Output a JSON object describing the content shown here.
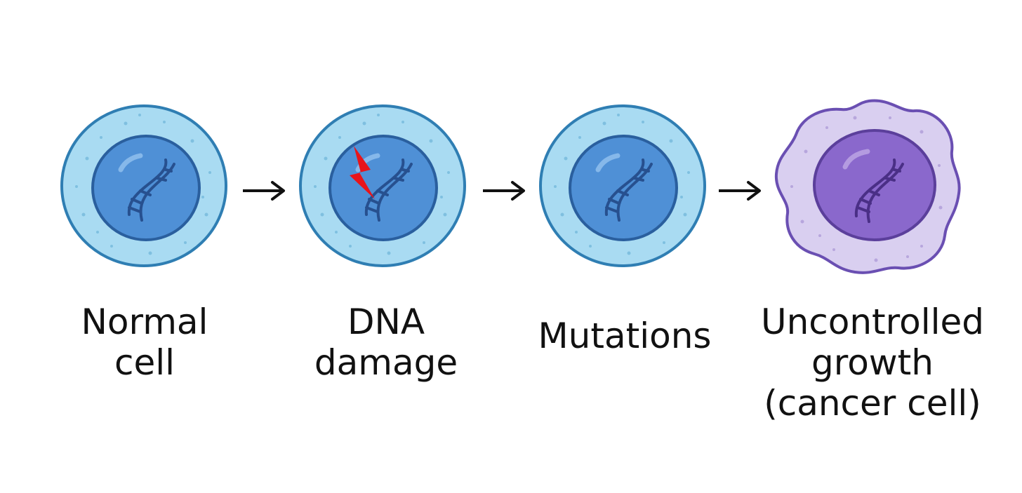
{
  "stages": [
    {
      "lines": [
        "Normal",
        "cell"
      ],
      "has_damage_mark": false,
      "cell_type": "normal"
    },
    {
      "lines": [
        "DNA",
        "damage"
      ],
      "has_damage_mark": true,
      "cell_type": "normal"
    },
    {
      "lines": [
        "Mutations"
      ],
      "has_damage_mark": false,
      "cell_type": "normal"
    },
    {
      "lines": [
        "Uncontrolled",
        "growth",
        "(cancer cell)"
      ],
      "has_damage_mark": false,
      "cell_type": "cancer"
    }
  ],
  "colors": {
    "normal_cytoplasm": "#a9dbf2",
    "normal_membrane": "#2f7eb3",
    "normal_nucleus": "#4f90d6",
    "normal_nucleus_edge": "#2a5f9e",
    "dna_stroke": "#27508f",
    "cancer_cytoplasm": "#d9cff0",
    "cancer_membrane": "#6a4fb2",
    "cancer_nucleus": "#8a68cc",
    "cancer_nucleus_edge": "#5b3f9b",
    "damage_bolt": "#e8141a",
    "arrow": "#111111",
    "text": "#111111"
  }
}
